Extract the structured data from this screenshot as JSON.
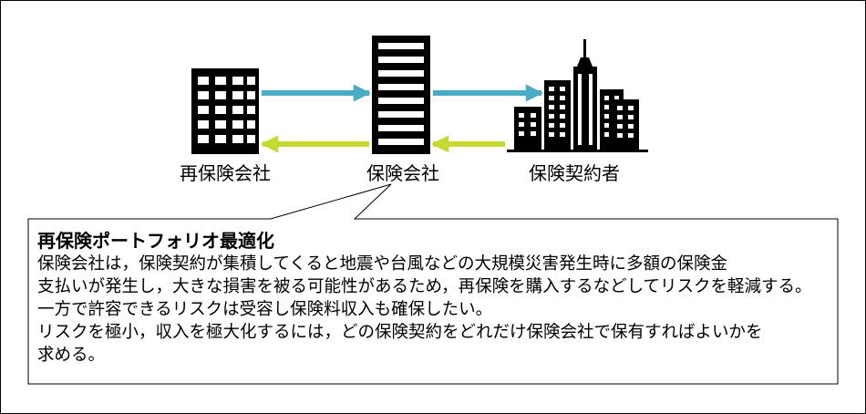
{
  "colors": {
    "forward_arrow": "#4bacc6",
    "backward_arrow": "#c5d932",
    "building": "#000000"
  },
  "icons": [
    "reinsurer-building-icon",
    "insurer-tower-icon",
    "policyholder-city-icon"
  ],
  "labels": {
    "reinsurer": "再保険会社",
    "insurer": "保険会社",
    "policyholder": "保険契約者"
  },
  "callout": {
    "title": "再保険ポートフォリオ最適化",
    "lines": [
      "保険会社は，保険契約が集積してくると地震や台風などの大規模災害発生時に多額の保険金",
      "支払いが発生し，大きな損害を被る可能性があるため，再保険を購入するなどしてリスクを軽減する。",
      "一方で許容できるリスクは受容し保険料収入も確保したい。",
      "リスクを極小，収入を極大化するには，どの保険契約をどれだけ保険会社で保有すればよいかを",
      "求める。"
    ]
  }
}
